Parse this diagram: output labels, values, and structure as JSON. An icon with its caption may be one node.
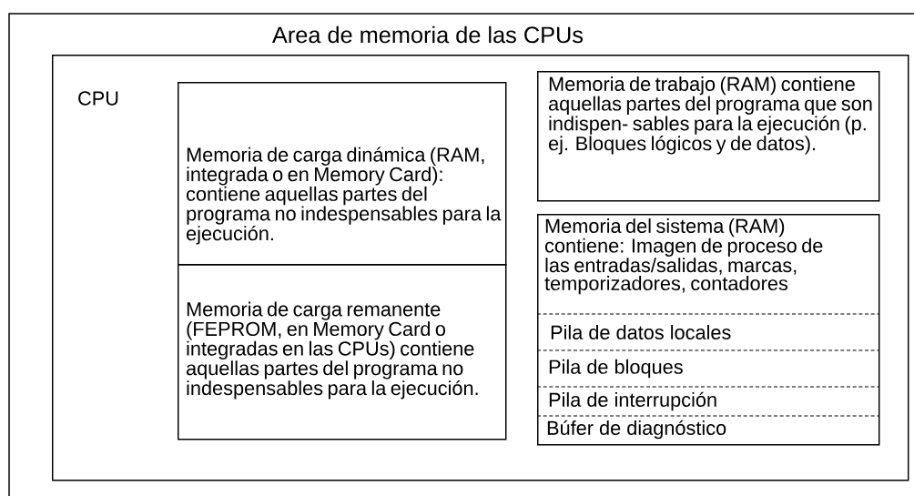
{
  "diagram": {
    "nodes": [
      {
        "text": [
          "Area de memoria de las CPUs"
        ]
      },
      {
        "text": [
          "CPU"
        ],
        "in": 0
      },
      {
        "text": [
          "Memoria de carga dinámica (RAM, integrada o en Memory Card): contiene aquellas partes del programa no indespensables para la ejecución."
        ],
        "in": 1
      },
      {
        "text": [
          "Memoria de carga remanente (FEPROM, en Memory Card o integradas en las CPUs) contiene aquellas partes del programa no indespensables para la ejecución."
        ],
        "in": 1
      },
      {
        "text": [
          "Memoria de trabajo (RAM) contiene aquellas partes del programa que son indispen- sables para la ejecución (p. ej. Bloques lógicos y de datos)."
        ],
        "in": 1
      },
      {
        "text": [
          "Memoria del sistema (RAM) contiene: Imagen de proceso de las entradas/salidas, marcas, temporizadores, contadores"
        ],
        "in": 1
      },
      {
        "text": [
          "Pila de datos locales"
        ],
        "in": 5
      },
      {
        "text": [
          "Pila de bloques"
        ],
        "in": 5
      },
      {
        "text": [
          "Pila de interrupción"
        ],
        "in": 5
      },
      {
        "text": [
          "Búfer de diagnóstico"
        ],
        "in": 5
      }
    ]
  }
}
